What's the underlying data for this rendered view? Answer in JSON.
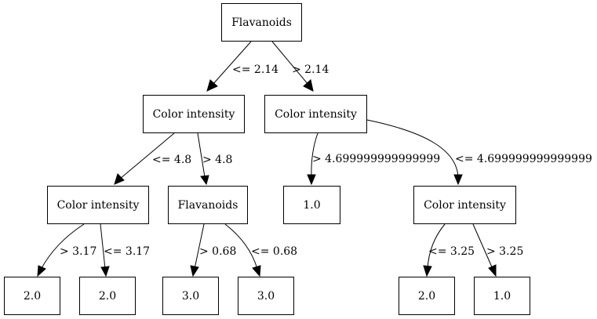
{
  "nodes": {
    "root": "Flavanoids",
    "l": "Color intensity",
    "r": "Color intensity",
    "ll": "Color intensity",
    "lr": "Flavanoids",
    "rl": "1.0",
    "rr": "Color intensity",
    "lll": "2.0",
    "llr": "2.0",
    "lrl": "3.0",
    "lrr": "3.0",
    "rrl": "2.0",
    "rrr": "1.0"
  },
  "edges": {
    "root_l": "<= 2.14",
    "root_r": "> 2.14",
    "l_ll": "<= 4.8",
    "l_lr": "> 4.8",
    "r_rl": "> 4.699999999999999",
    "r_rr": "<= 4.699999999999999",
    "ll_lll": "> 3.17",
    "ll_llr": "<= 3.17",
    "lr_lrl": "> 0.68",
    "lr_lrr": "<= 0.68",
    "rr_rrl": "<= 3.25",
    "rr_rrr": "> 3.25"
  }
}
